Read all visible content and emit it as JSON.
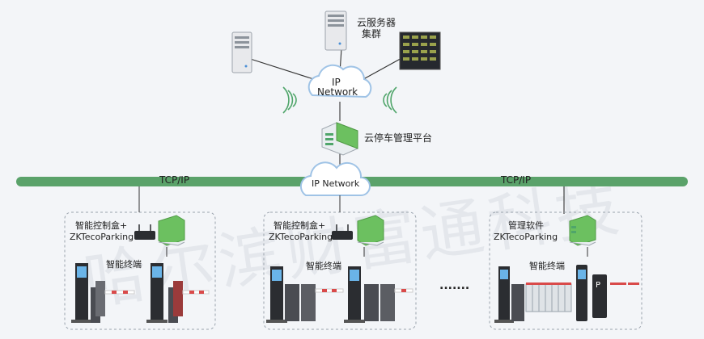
{
  "top": {
    "cloud_server_label_line1": "云服务器",
    "cloud_server_label_line2": "集群",
    "ip_network_line1": "IP",
    "ip_network_line2": "Network",
    "cloud_platform_label": "云停车管理平台"
  },
  "bus": {
    "left_label": "TCP/IP",
    "right_label": "TCP/IP",
    "center_cloud_label": "IP Network"
  },
  "sites": [
    {
      "controller_line1": "智能控制盒+",
      "controller_line2": "ZKTecoParking",
      "terminal_label": "智能终端"
    },
    {
      "controller_line1": "智能控制盒+",
      "controller_line2": "ZKTecoParking",
      "terminal_label": "智能终端"
    },
    {
      "controller_line1": "管理软件",
      "controller_line2": "ZKTecoParking",
      "terminal_label": "智能终端"
    }
  ],
  "ellipsis": ".......",
  "watermark": "哈尔滨财富通科技",
  "colors": {
    "bus_green": "#5aa26a",
    "box_border": "#9aa3ad",
    "cloud_fill": "#ffffff",
    "cloud_edge": "#9fc3e6",
    "device_dark": "#2b2d31",
    "barrier_red": "#d94a4a",
    "green_board": "#6cc060"
  }
}
